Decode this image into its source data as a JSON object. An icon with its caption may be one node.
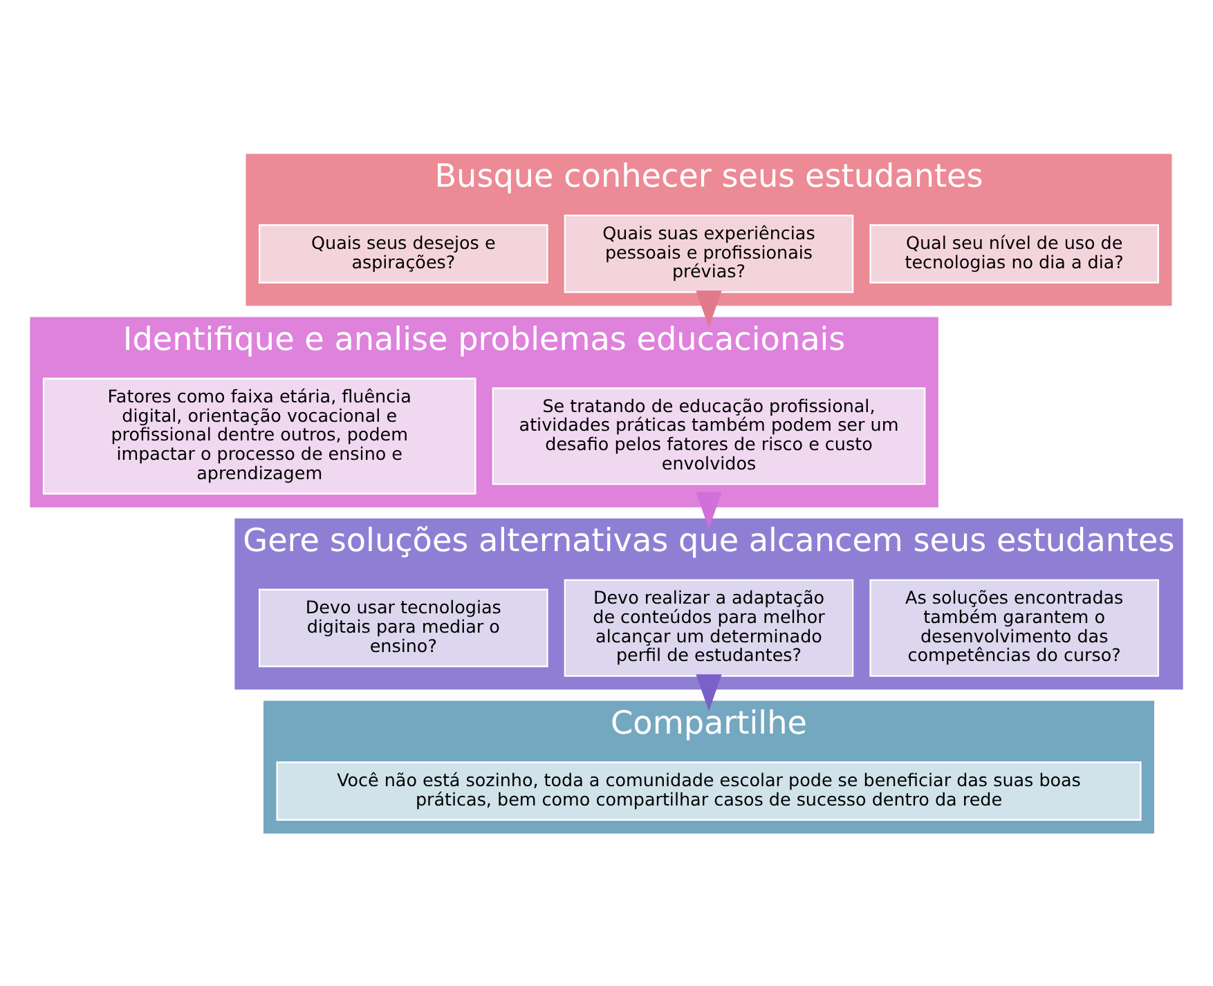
{
  "diagram": {
    "nodes": [
      {
        "text": [
          "Busque conhecer seus estudantes"
        ]
      },
      {
        "text": [
          "Quais seus desejos e aspirações?"
        ],
        "in": 0
      },
      {
        "text": [
          "Quais suas experiências pessoais e profissionais prévias?"
        ],
        "in": 0
      },
      {
        "text": [
          "Qual seu nível de uso de tecnologias no dia a dia?"
        ],
        "in": 0
      },
      {
        "text": [
          "Identifique e analise problemas educacionais"
        ]
      },
      {
        "text": [
          "Fatores como faixa etária, fluência digital, orientação vocacional e profissional dentre outros, podem impactar o processo de ensino e aprendizagem"
        ],
        "in": 4
      },
      {
        "text": [
          "Se tratando de educação profissional, atividades práticas também podem ser um desafio pelos fatores de risco e custo envolvidos"
        ],
        "in": 4
      },
      {
        "text": [
          "Gere soluções alternativas que alcancem seus estudantes"
        ]
      },
      {
        "text": [
          "Devo usar tecnologias digitais para mediar o ensino?"
        ],
        "in": 7
      },
      {
        "text": [
          "Devo realizar a adaptação de conteúdos para melhor alcançar um determinado perfil de estudantes?"
        ],
        "in": 7
      },
      {
        "text": [
          "As soluções encontradas também garantem o desenvolvimento das competências do curso?"
        ],
        "in": 7
      },
      {
        "text": [
          "Compartilhe"
        ]
      },
      {
        "text": [
          "Você não está sozinho, toda a comunidade escolar pode se beneficiar das suas boas práticas, bem como compartilhar casos de sucesso dentro da rede"
        ],
        "in": 11
      }
    ],
    "edges": [
      {
        "from": 0,
        "to": 4,
        "arrow": "to",
        "color": "#e07a8a"
      },
      {
        "from": 4,
        "to": 7,
        "arrow": "to",
        "color": "#d070d8"
      },
      {
        "from": 7,
        "to": 11,
        "arrow": "to",
        "color": "#7a60c8"
      }
    ]
  }
}
